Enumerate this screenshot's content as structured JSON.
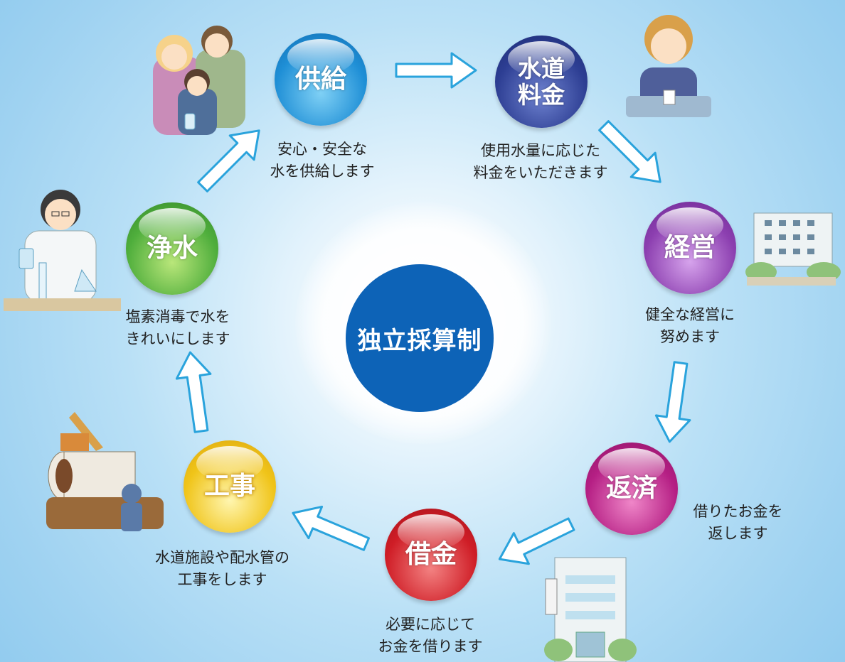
{
  "center": {
    "label": "独立採算制"
  },
  "steps": [
    {
      "id": "supply",
      "label": "供給",
      "caption": [
        "安心・安全な",
        "水を供給します"
      ],
      "color": "#1f8fd6"
    },
    {
      "id": "fee",
      "label_lines": [
        "水道",
        "料金"
      ],
      "caption": [
        "使用水量に応じた",
        "料金をいただきます"
      ],
      "color": "#2d3e93"
    },
    {
      "id": "management",
      "label": "経営",
      "caption": [
        "健全な経営に",
        "努めます"
      ],
      "color": "#8c3fb0"
    },
    {
      "id": "repayment",
      "label": "返済",
      "caption": [
        "借りたお金を",
        "返します"
      ],
      "color": "#b51f84"
    },
    {
      "id": "borrowing",
      "label": "借金",
      "caption": [
        "必要に応じて",
        "お金を借ります"
      ],
      "color": "#cf1d26"
    },
    {
      "id": "construction",
      "label": "工事",
      "caption": [
        "水道施設や配水管の",
        "工事をします"
      ],
      "color": "#f0c419"
    },
    {
      "id": "purification",
      "label": "浄水",
      "caption": [
        "塩素消毒で水を",
        "きれいにします"
      ],
      "color": "#4fae3c"
    }
  ],
  "colors": {
    "arrow_outline": "#2aa3dc",
    "arrow_fill": "#ffffff",
    "center_fill": "#0d63b7"
  }
}
